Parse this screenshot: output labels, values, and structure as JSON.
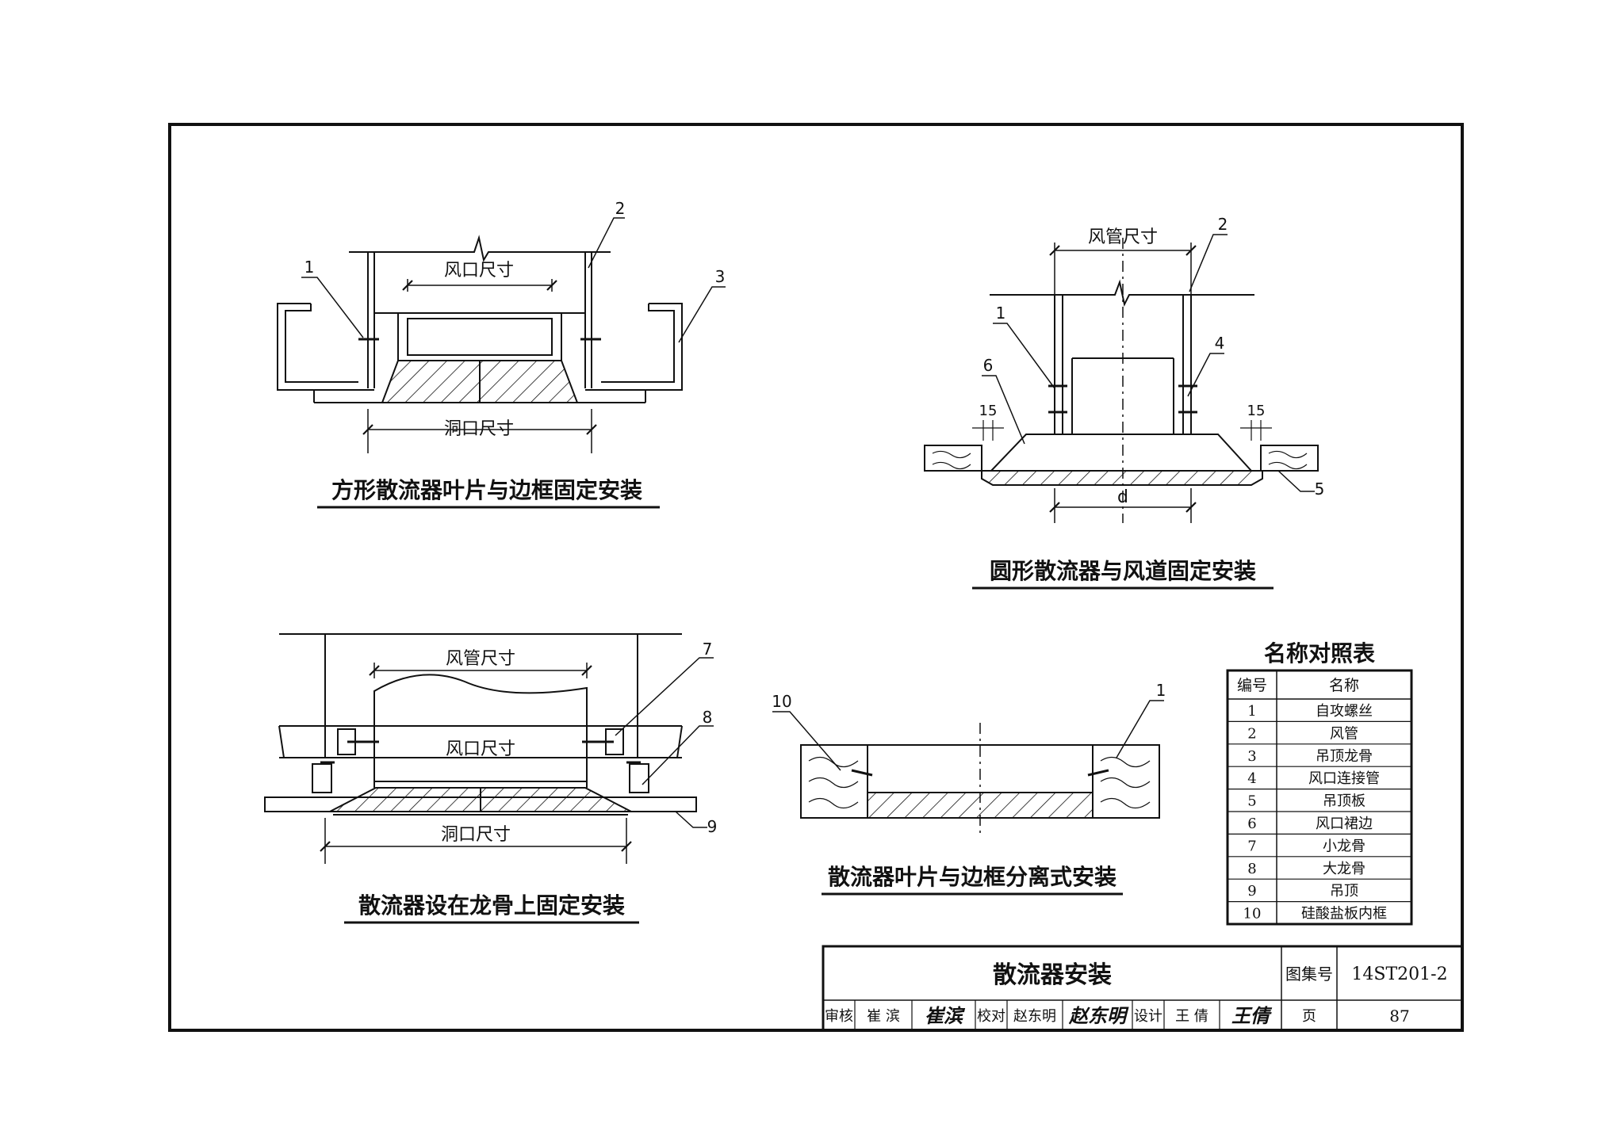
{
  "drawings": {
    "square_fixed": {
      "caption": "方形散流器叶片与边框固定安装",
      "dim_outlet": "风口尺寸",
      "dim_opening": "洞口尺寸",
      "callouts": [
        "1",
        "2",
        "3"
      ]
    },
    "round_fixed": {
      "caption": "圆形散流器与风道固定安装",
      "dim_duct": "风管尺寸",
      "dim_d": "d",
      "dim_15_left": "15",
      "dim_15_right": "15",
      "callouts": [
        "1",
        "2",
        "4",
        "5",
        "6"
      ]
    },
    "keel_fixed": {
      "caption": "散流器设在龙骨上固定安装",
      "dim_duct": "风管尺寸",
      "dim_outlet": "风口尺寸",
      "dim_opening": "洞口尺寸",
      "callouts": [
        "7",
        "8",
        "9"
      ]
    },
    "separate": {
      "caption": "散流器叶片与边框分离式安装",
      "callouts": [
        "10",
        "1"
      ]
    }
  },
  "legend": {
    "title": "名称对照表",
    "headers": [
      "编号",
      "名称"
    ],
    "rows": [
      [
        "1",
        "自攻螺丝"
      ],
      [
        "2",
        "风管"
      ],
      [
        "3",
        "吊顶龙骨"
      ],
      [
        "4",
        "风口连接管"
      ],
      [
        "5",
        "吊顶板"
      ],
      [
        "6",
        "风口裙边"
      ],
      [
        "7",
        "小龙骨"
      ],
      [
        "8",
        "大龙骨"
      ],
      [
        "9",
        "吊顶"
      ],
      [
        "10",
        "硅酸盐板内框"
      ]
    ]
  },
  "title_block": {
    "title": "散流器安装",
    "atlas_label": "图集号",
    "atlas_no": "14ST201-2",
    "review_label": "审核",
    "review_name": "崔 滨",
    "review_sign": "崔滨",
    "check_label": "校对",
    "check_name": "赵东明",
    "check_sign": "赵东明",
    "design_label": "设计",
    "design_name": "王 倩",
    "design_sign": "王倩",
    "page_label": "页",
    "page_no": "87"
  }
}
